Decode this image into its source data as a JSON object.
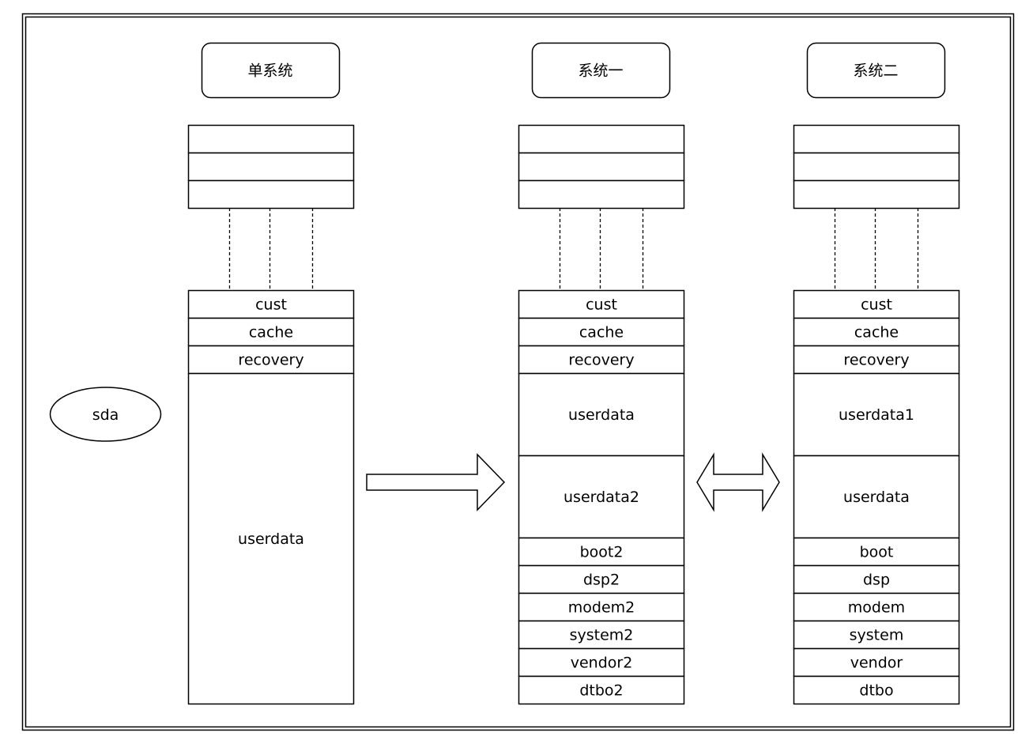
{
  "disk_label": "sda",
  "columns": [
    {
      "header": "单系统",
      "partitions": [
        "cust",
        "cache",
        "recovery",
        "userdata"
      ]
    },
    {
      "header": "系统一",
      "partitions": [
        "cust",
        "cache",
        "recovery",
        "userdata",
        "userdata2",
        "boot2",
        "dsp2",
        "modem2",
        "system2",
        "vendor2",
        "dtbo2"
      ]
    },
    {
      "header": "系统二",
      "partitions": [
        "cust",
        "cache",
        "recovery",
        "userdata1",
        "userdata",
        "boot",
        "dsp",
        "modem",
        "system",
        "vendor",
        "dtbo"
      ]
    }
  ],
  "colors": {
    "stroke": "#000000",
    "background": "#ffffff"
  }
}
